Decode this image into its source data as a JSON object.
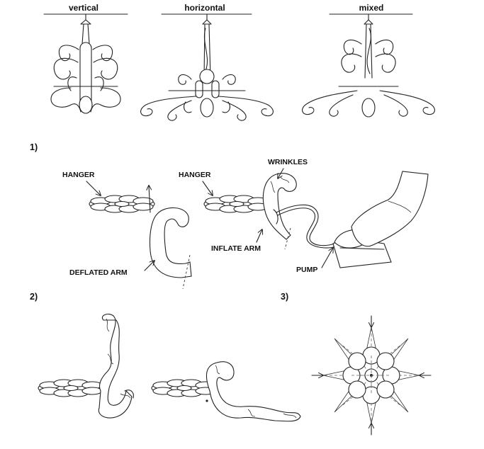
{
  "headers": {
    "vertical": "vertical",
    "horizontal": "horizontal",
    "mixed": "mixed"
  },
  "steps": {
    "step1": "1)",
    "step2": "2)",
    "step3": "3)"
  },
  "labels": {
    "hanger_left": "HANGER",
    "hanger_right": "HANGER",
    "wrinkles": "WRINKLES",
    "inflate_arm": "INFLATE ARM",
    "deflated_arm": "DEFLATED ARM",
    "pump": "PUMP"
  }
}
